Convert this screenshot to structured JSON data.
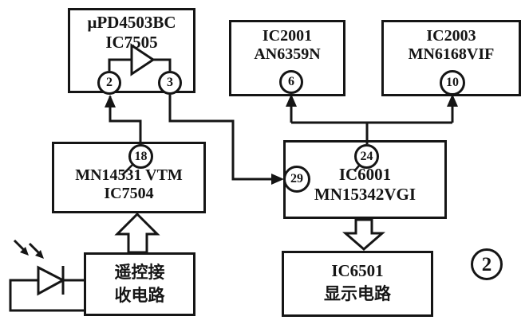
{
  "figure": {
    "number": "2",
    "background": "#ffffff",
    "ink_color": "#151515"
  },
  "blocks": {
    "preamp": {
      "line1": "μPD4503BC",
      "line2": "IC7505",
      "pin2": "2",
      "pin3": "3"
    },
    "chroma": {
      "line1": "IC2001",
      "line2": "AN6359N",
      "pin6": "6"
    },
    "if": {
      "line1": "IC2003",
      "line2": "MN6168VIF",
      "pin10": "10"
    },
    "vtm": {
      "line1": "MN14531 VTM",
      "line2": "IC7504",
      "pin18": "18"
    },
    "cpu": {
      "line1": "IC6001",
      "line2": "MN15342VGI",
      "pin24": "24",
      "pin29": "29"
    },
    "remote": {
      "line1": "遥控接",
      "line2": "收电路"
    },
    "display": {
      "line1": "IC6501",
      "line2": "显示电路"
    }
  }
}
